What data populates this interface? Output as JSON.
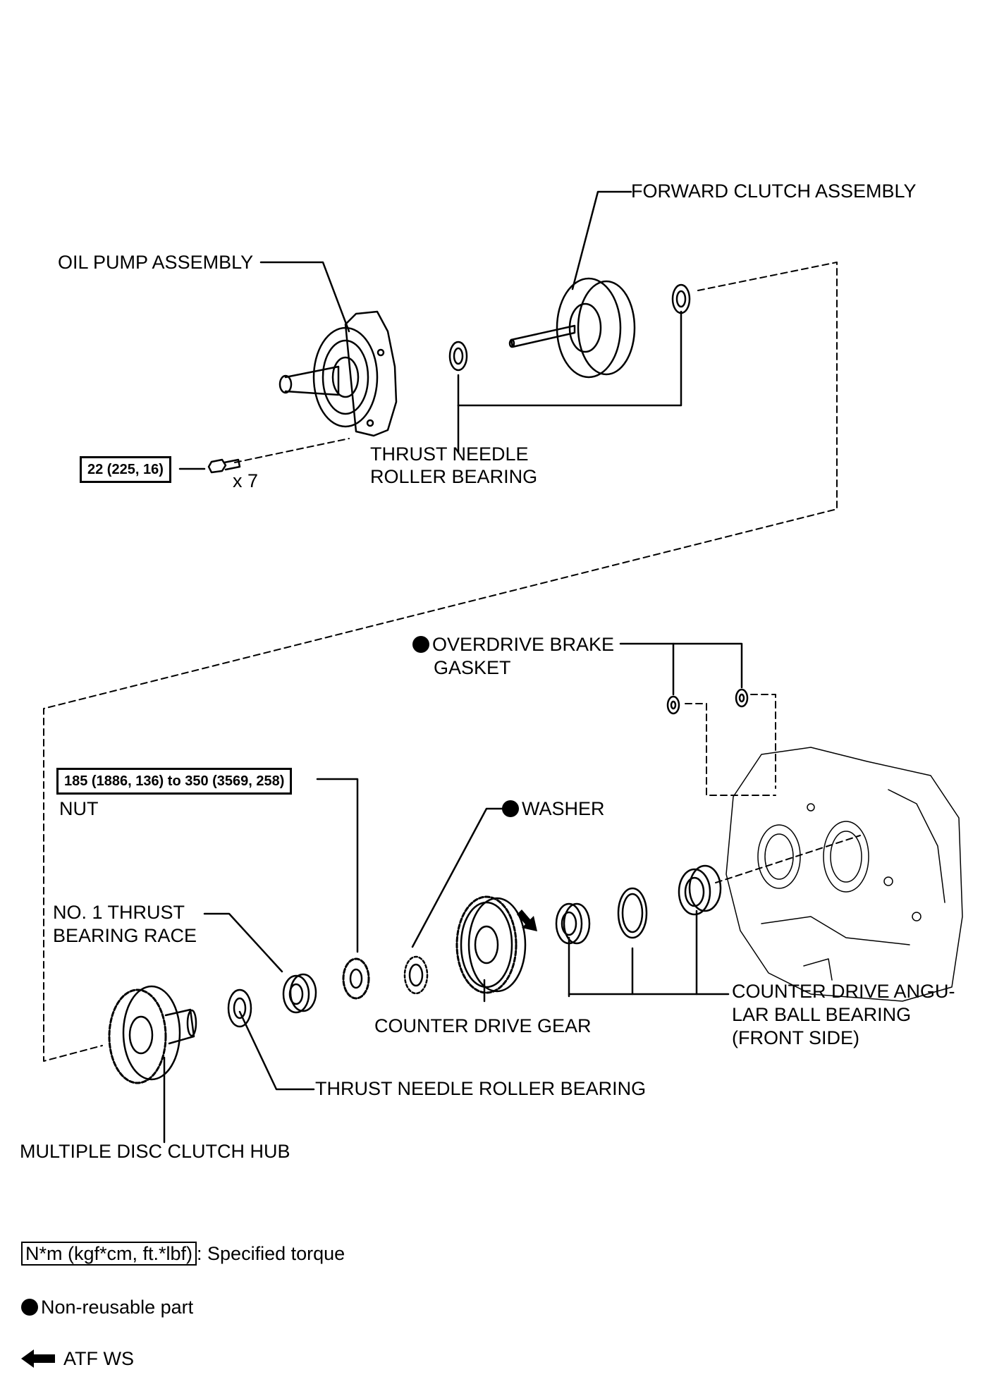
{
  "labels": {
    "forward_clutch": "FORWARD CLUTCH ASSEMBLY",
    "oil_pump": "OIL PUMP ASSEMBLY",
    "thrust_needle_top_1": "THRUST NEEDLE",
    "thrust_needle_top_2": "ROLLER BEARING",
    "bolt_qty": "x 7",
    "overdrive_gasket_1": "OVERDRIVE BRAKE",
    "overdrive_gasket_2": "GASKET",
    "nut": "NUT",
    "washer": "WASHER",
    "no1_race_1": "NO. 1 THRUST",
    "no1_race_2": "BEARING RACE",
    "counter_gear": "COUNTER DRIVE GEAR",
    "counter_bearing_1": "COUNTER DRIVE ANGU-",
    "counter_bearing_2": "LAR BALL BEARING",
    "counter_bearing_3": "(FRONT SIDE)",
    "thrust_needle_bottom": "THRUST NEEDLE ROLLER BEARING",
    "clutch_hub": "MULTIPLE DISC CLUTCH HUB"
  },
  "torque": {
    "bolt": "22 (225, 16)",
    "nut": "185 (1886, 136) to 350 (3569, 258)"
  },
  "legend": {
    "torque_unit": "N*m (kgf*cm, ft.*lbf)",
    "torque_text": ": Specified torque",
    "nonreusable_text": "Non-reusable part",
    "atf_text": "ATF WS"
  }
}
